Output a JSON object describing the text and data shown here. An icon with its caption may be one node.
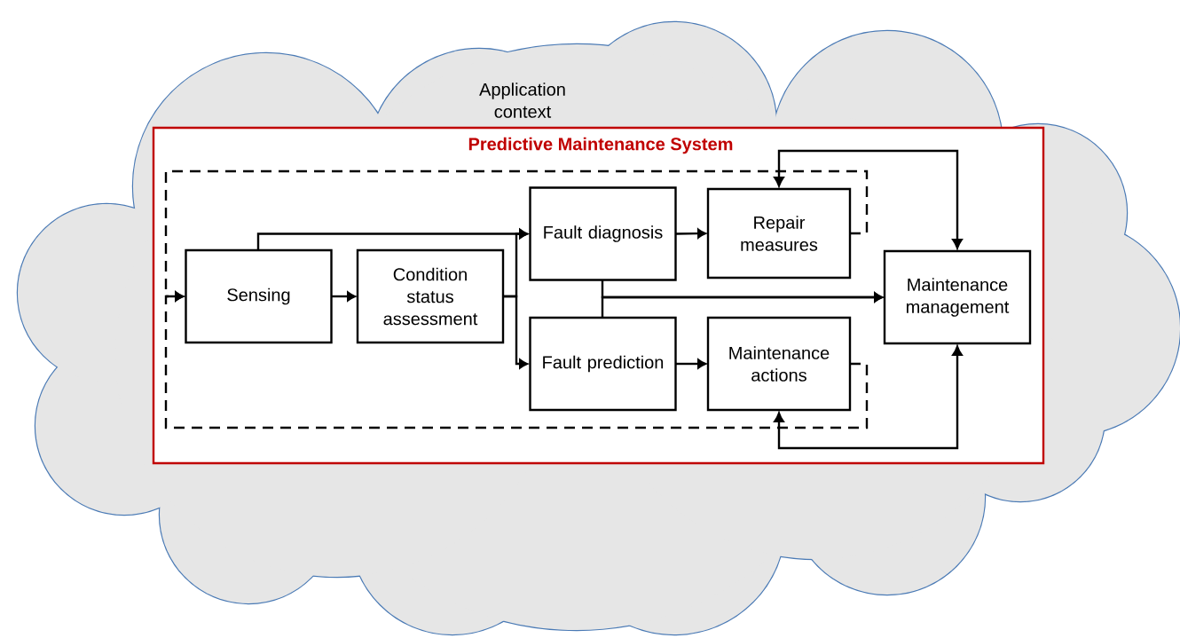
{
  "diagram": {
    "nodes": [
      {
        "text": [
          "Application context"
        ]
      },
      {
        "text": [
          "Predictive Maintenance System"
        ],
        "in": 0
      },
      {
        "text": [
          "Sensing"
        ],
        "in": 1
      },
      {
        "text": [
          "Condition status assessment"
        ],
        "in": 1
      },
      {
        "text": [
          "Fault diagnosis"
        ],
        "in": 1
      },
      {
        "text": [
          "Fault prediction"
        ],
        "in": 1
      },
      {
        "text": [
          "Repair measures"
        ],
        "in": 1
      },
      {
        "text": [
          "Maintenance actions"
        ],
        "in": 1
      },
      {
        "text": [
          "Maintenance management"
        ],
        "in": 1
      }
    ],
    "edges": [
      {
        "from": 6,
        "to": 2,
        "arrow": "to",
        "style": "dashed"
      },
      {
        "from": 7,
        "to": 2,
        "arrow": "to",
        "style": "dashed"
      },
      {
        "from": 2,
        "to": 3,
        "arrow": "to"
      },
      {
        "from": 2,
        "to": 4,
        "arrow": "to"
      },
      {
        "from": 3,
        "to": 4,
        "arrow": "to"
      },
      {
        "from": 3,
        "to": 5,
        "arrow": "to"
      },
      {
        "from": 4,
        "to": 6,
        "arrow": "to"
      },
      {
        "from": 5,
        "to": 7,
        "arrow": "to"
      },
      {
        "from": 4,
        "to": 8,
        "arrow": "to"
      },
      {
        "from": 5,
        "to": 8,
        "arrow": "to"
      },
      {
        "from": 8,
        "to": 6,
        "arrow": "both"
      },
      {
        "from": 8,
        "to": 7,
        "arrow": "both"
      }
    ]
  }
}
